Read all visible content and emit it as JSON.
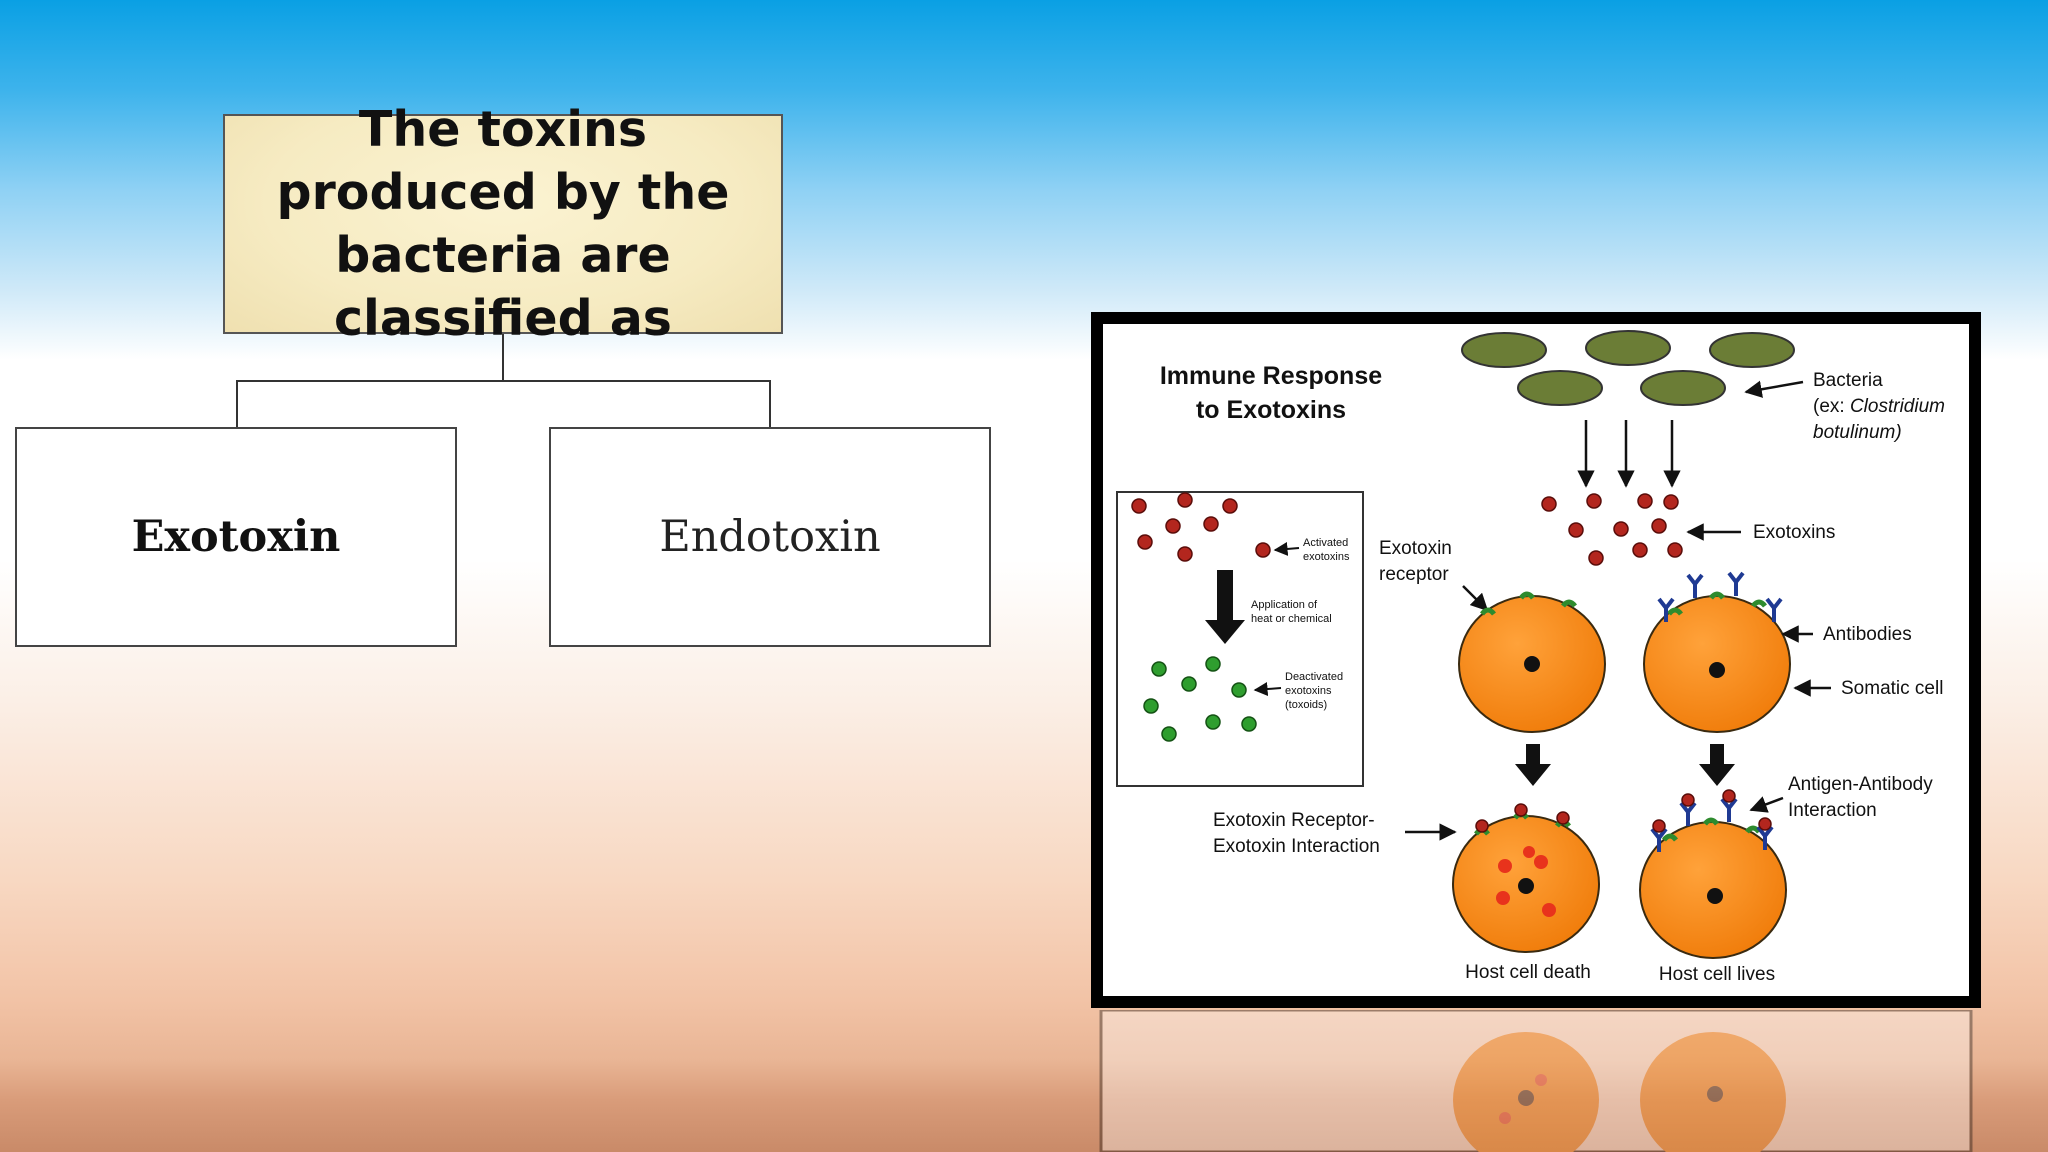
{
  "slide": {
    "question": "The toxins produced by the bacteria are classified as",
    "left_option": "Exotoxin",
    "right_option": "Endotoxin"
  },
  "figure": {
    "title_line1": "Immune Response",
    "title_line2": "to Exotoxins",
    "bacteria_label": "Bacteria",
    "bacteria_example_prefix": "(ex: ",
    "bacteria_example_genus": "Clostridium",
    "bacteria_example_species": "botulinum)",
    "exotoxins_label": "Exotoxins",
    "exotoxin_receptor_line1": "Exotoxin",
    "exotoxin_receptor_line2": "receptor",
    "antibodies_label": "Antibodies",
    "somatic_cell_label": "Somatic cell",
    "antigen_antibody_line1": "Antigen-Antibody",
    "antigen_antibody_line2": "Interaction",
    "receptor_interaction_line1": "Exotoxin Receptor-",
    "receptor_interaction_line2": "Exotoxin Interaction",
    "host_cell_death": "Host cell death",
    "host_cell_lives": "Host cell lives",
    "inset": {
      "activated_line1": "Activated",
      "activated_line2": "exotoxins",
      "heat_line1": "Application of",
      "heat_line2": "heat or chemical",
      "deactivated_line1": "Deactivated",
      "deactivated_line2": "exotoxins",
      "deactivated_line3": "(toxoids)"
    }
  },
  "colors": {
    "cell_orange": "#f7870f",
    "toxin_red": "#b3261e",
    "toxoid_green": "#2f9e2f",
    "bacteria_green": "#6b7d36",
    "antibody_blue": "#1f3a93"
  }
}
